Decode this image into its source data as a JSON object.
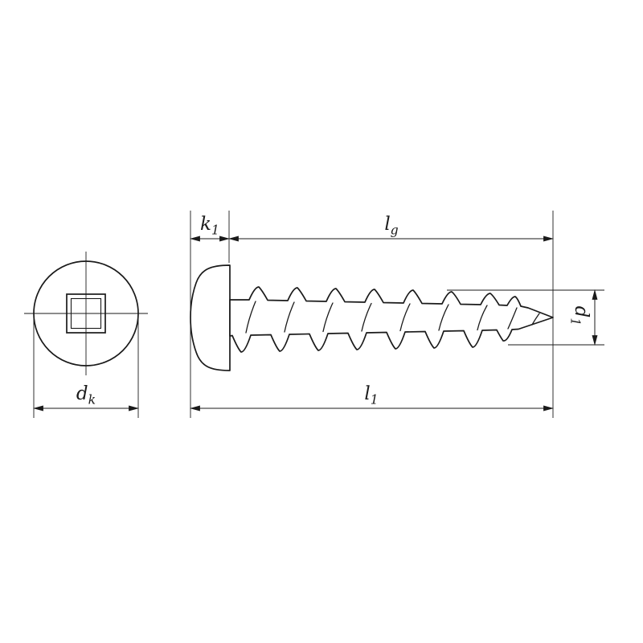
{
  "drawing": {
    "description": "technical line drawing of a pan head screw with square drive, front view and side view with dimension annotations",
    "colors": {
      "line": "#1a1a1a",
      "background": "#ffffff"
    },
    "labels": {
      "head_height": {
        "base": "k",
        "sub": "1"
      },
      "thread_length": {
        "base": "l",
        "sub": "g"
      },
      "diameter": {
        "base": "d",
        "sub": "1"
      },
      "head_diameter": {
        "base": "d",
        "sub": "k"
      },
      "total_length": {
        "base": "l",
        "sub": "1"
      }
    }
  }
}
